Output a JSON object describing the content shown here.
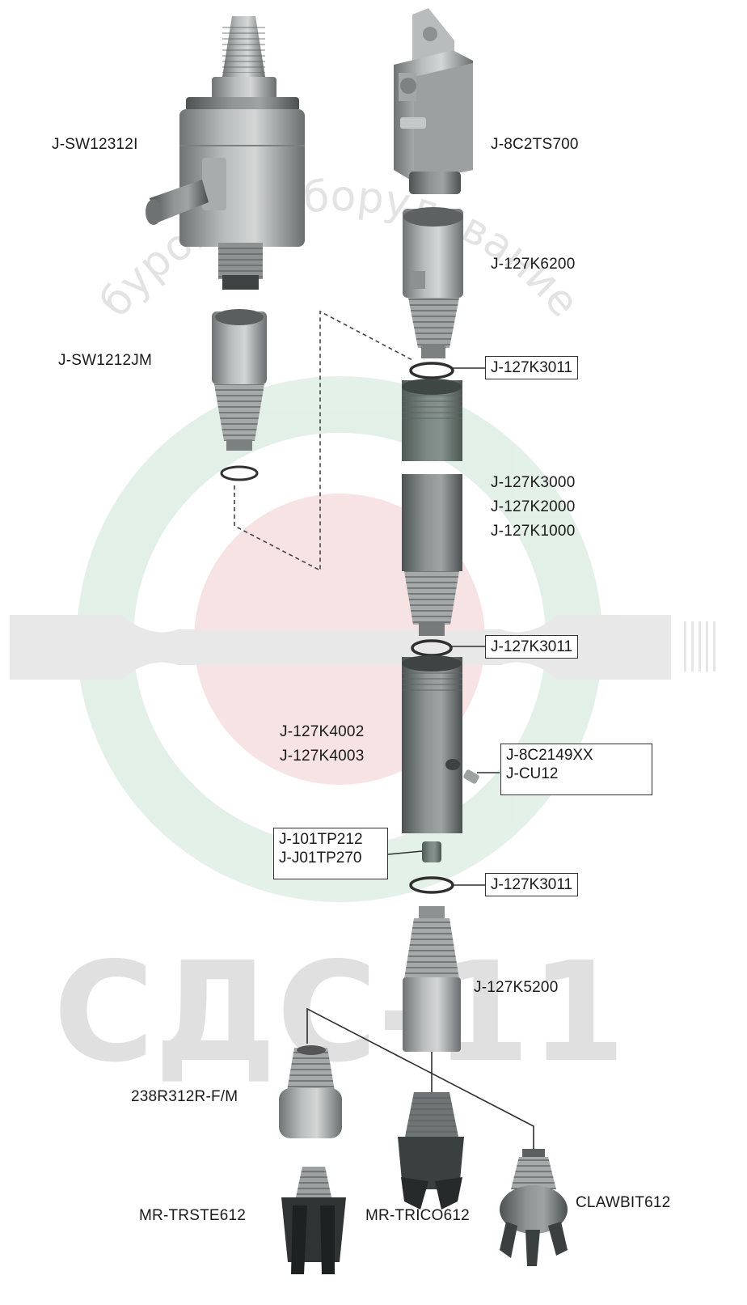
{
  "watermark": {
    "arc_text": "буровое оборудование",
    "brand": "СДС-11",
    "colors": {
      "ring": "#dfeee4",
      "center": "#f6dfdf",
      "bar": "#e6e6e6",
      "brand_text": "#e0e0e0"
    }
  },
  "parts": {
    "swivel": "J-SW12312I",
    "swivel_sub": "J-SW1212JM",
    "rotation_head": "J-8C2TS700",
    "top_adapter": "J-127K6200",
    "o_ring_1": "J-127K3011",
    "o_ring_2": "J-127K3011",
    "o_ring_3": "J-127K3011",
    "drill_rods": [
      "J-127K3000",
      "J-127K2000",
      "J-127K1000"
    ],
    "casing_tube": [
      "J-127K4002",
      "J-127K4003"
    ],
    "nozzle_fitting": [
      "J-8C2149XX",
      "J-CU12"
    ],
    "valve": [
      "J-101TP212",
      "J-J01TP270"
    ],
    "bit_adapter": "J-127K5200",
    "crossover_sub": "238R312R-F/M",
    "bit_trstep": "MR-TRSTE612",
    "bit_tricone": "MR-TRICO612",
    "bit_claw": "CLAWBIT612"
  },
  "colors": {
    "metal_light": "#c9cbcb",
    "metal_mid": "#9a9d9d",
    "metal_dark": "#5a5e5e",
    "tube": "#888c8c",
    "tube_green": "#7f8b86"
  }
}
